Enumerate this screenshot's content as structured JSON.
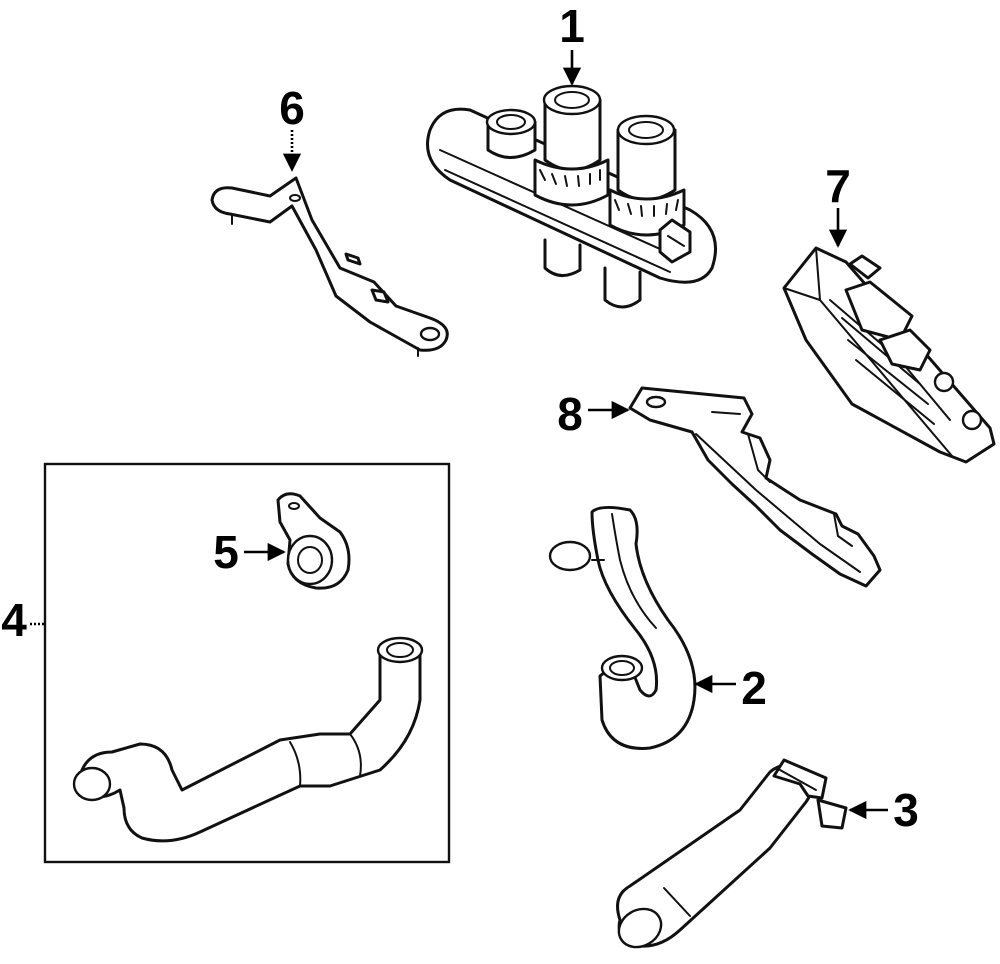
{
  "callouts": [
    {
      "label": "1"
    },
    {
      "label": "6"
    },
    {
      "label": "7"
    },
    {
      "label": "8"
    },
    {
      "label": "5"
    },
    {
      "label": "4"
    },
    {
      "label": "2"
    },
    {
      "label": "3"
    }
  ]
}
